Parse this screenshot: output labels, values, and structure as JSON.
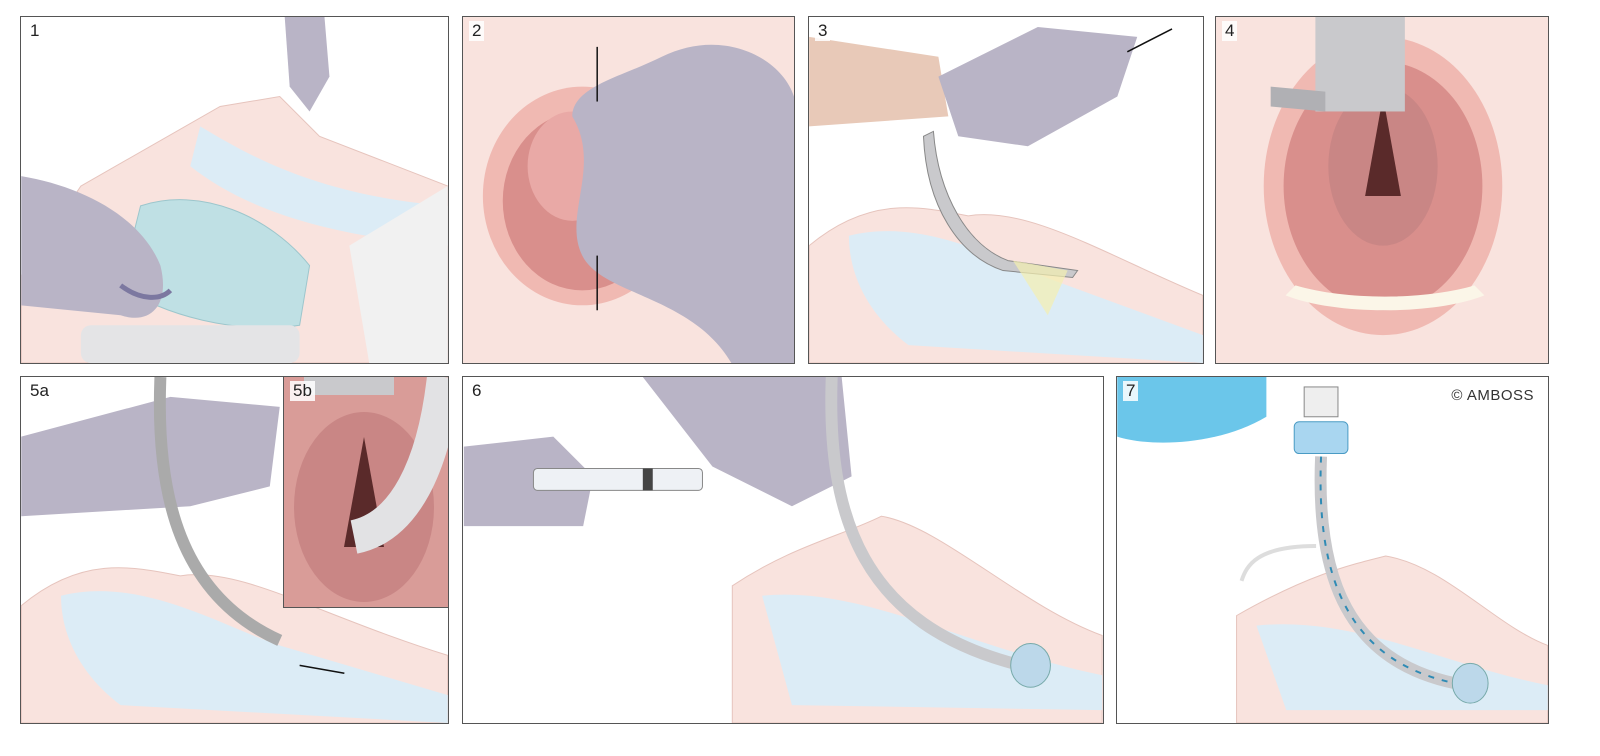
{
  "panels": [
    {
      "label": "1"
    },
    {
      "label": "2"
    },
    {
      "label": "3"
    },
    {
      "label": "4"
    },
    {
      "label": "5a"
    },
    {
      "label": "5b"
    },
    {
      "label": "6"
    },
    {
      "label": "7"
    }
  ],
  "copyright": "© AMBOSS",
  "colors": {
    "skin": "#f9e3de",
    "airway": "#dcecf6",
    "glove": "#b9b4c6",
    "mouth": "#e3a4a0",
    "tube": "#c9c9cc",
    "arrow_blue": "#2f8bb5"
  }
}
